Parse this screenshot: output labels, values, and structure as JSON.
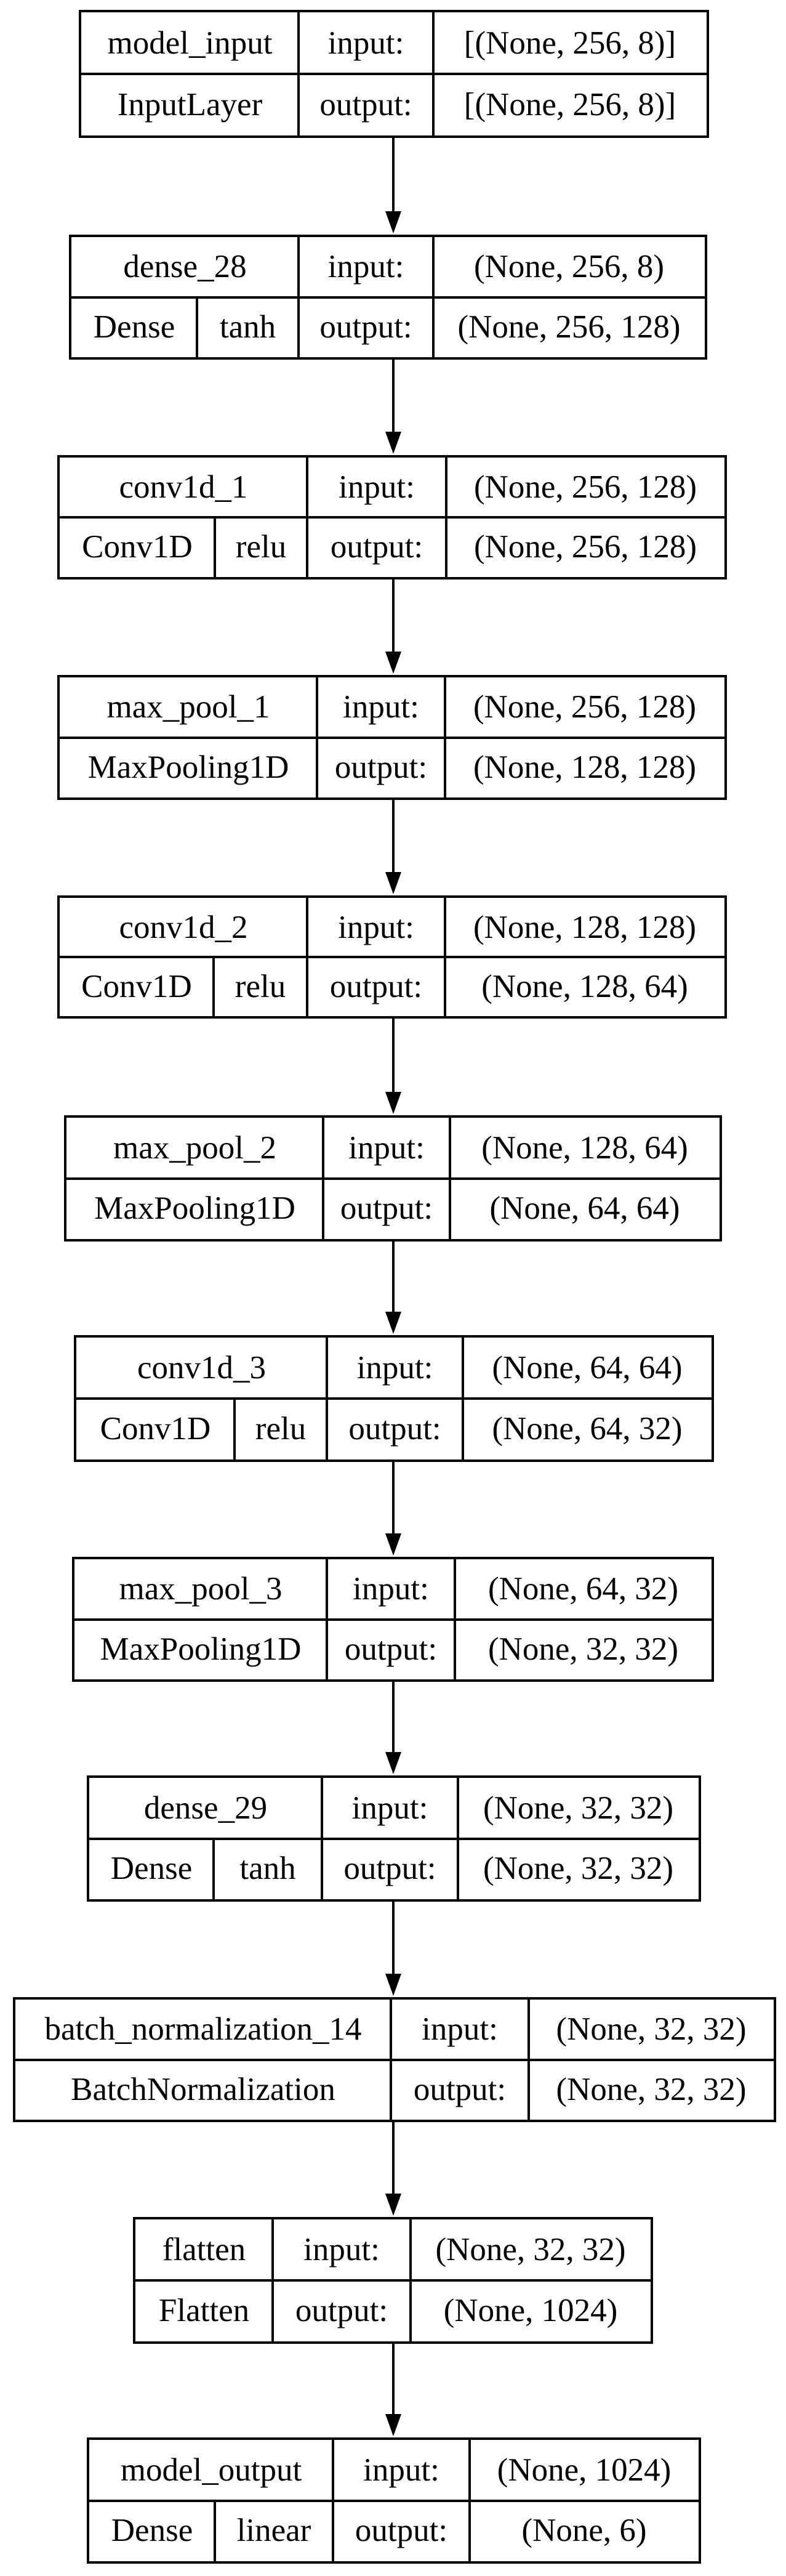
{
  "nodes": [
    {
      "name": "model_input",
      "type": "InputLayer",
      "activation": "",
      "input": "[(None, 256, 8)]",
      "output": "[(None, 256, 8)]"
    },
    {
      "name": "dense_28",
      "type": "Dense",
      "activation": "tanh",
      "input": "(None, 256, 8)",
      "output": "(None, 256, 128)"
    },
    {
      "name": "conv1d_1",
      "type": "Conv1D",
      "activation": "relu",
      "input": "(None, 256, 128)",
      "output": "(None, 256, 128)"
    },
    {
      "name": "max_pool_1",
      "type": "MaxPooling1D",
      "activation": "",
      "input": "(None, 256, 128)",
      "output": "(None, 128, 128)"
    },
    {
      "name": "conv1d_2",
      "type": "Conv1D",
      "activation": "relu",
      "input": "(None, 128, 128)",
      "output": "(None, 128, 64)"
    },
    {
      "name": "max_pool_2",
      "type": "MaxPooling1D",
      "activation": "",
      "input": "(None, 128, 64)",
      "output": "(None, 64, 64)"
    },
    {
      "name": "conv1d_3",
      "type": "Conv1D",
      "activation": "relu",
      "input": "(None, 64, 64)",
      "output": "(None, 64, 32)"
    },
    {
      "name": "max_pool_3",
      "type": "MaxPooling1D",
      "activation": "",
      "input": "(None, 64, 32)",
      "output": "(None, 32, 32)"
    },
    {
      "name": "dense_29",
      "type": "Dense",
      "activation": "tanh",
      "input": "(None, 32, 32)",
      "output": "(None, 32, 32)"
    },
    {
      "name": "batch_normalization_14",
      "type": "BatchNormalization",
      "activation": "",
      "input": "(None, 32, 32)",
      "output": "(None, 32, 32)"
    },
    {
      "name": "flatten",
      "type": "Flatten",
      "activation": "",
      "input": "(None, 32, 32)",
      "output": "(None, 1024)"
    },
    {
      "name": "model_output",
      "type": "Dense",
      "activation": "linear",
      "input": "(None, 1024)",
      "output": "(None, 6)"
    }
  ],
  "labels": {
    "input": "input:",
    "output": "output:"
  }
}
